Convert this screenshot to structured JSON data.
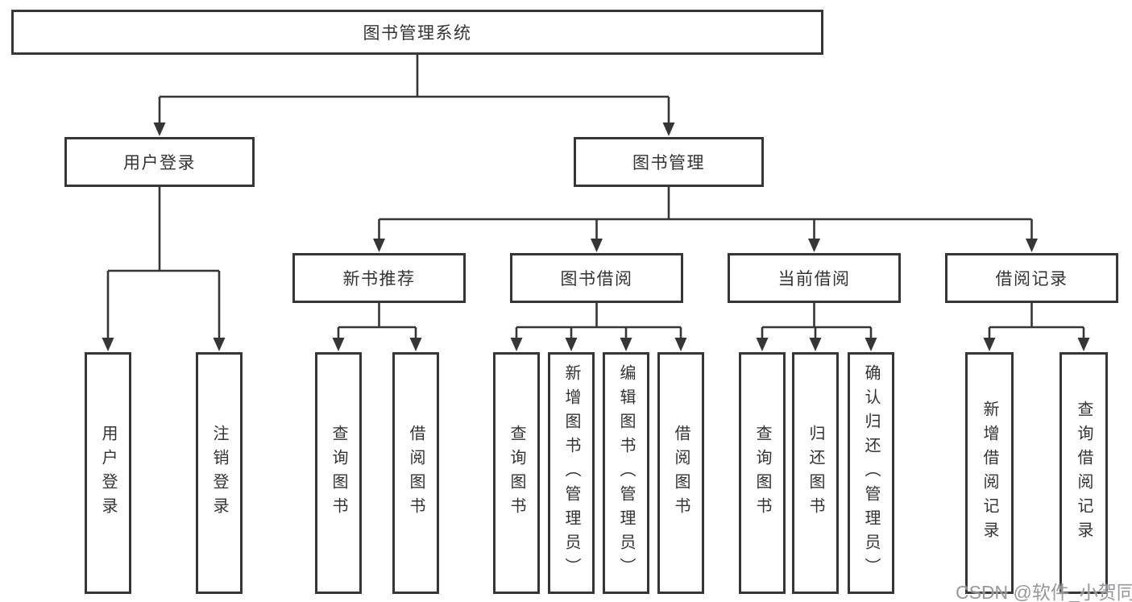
{
  "nodes": {
    "root": "图书管理系统",
    "level2": [
      "用户登录",
      "图书管理"
    ],
    "level3": [
      "新书推荐",
      "图书借阅",
      "当前借阅",
      "借阅记录"
    ],
    "user_login_children": [
      "用户登录",
      "注销登录"
    ],
    "new_book_children": [
      "查询图书",
      "借阅图书"
    ],
    "book_borrow_children": [
      "查询图书",
      "新增图书（管理员）",
      "编辑图书（管理员）",
      "借阅图书"
    ],
    "current_borrow_children": [
      "查询图书",
      "归还图书",
      "确认归还（管理员）"
    ],
    "borrow_record_children": [
      "新增借阅记录",
      "查询借阅记录"
    ]
  },
  "watermark": "CSDN @软件_小贺同学",
  "colors": {
    "line": "#363636",
    "box_border": "#363636",
    "text": "#333333",
    "watermark": "#8a8a8e",
    "background": "#ffffff"
  }
}
